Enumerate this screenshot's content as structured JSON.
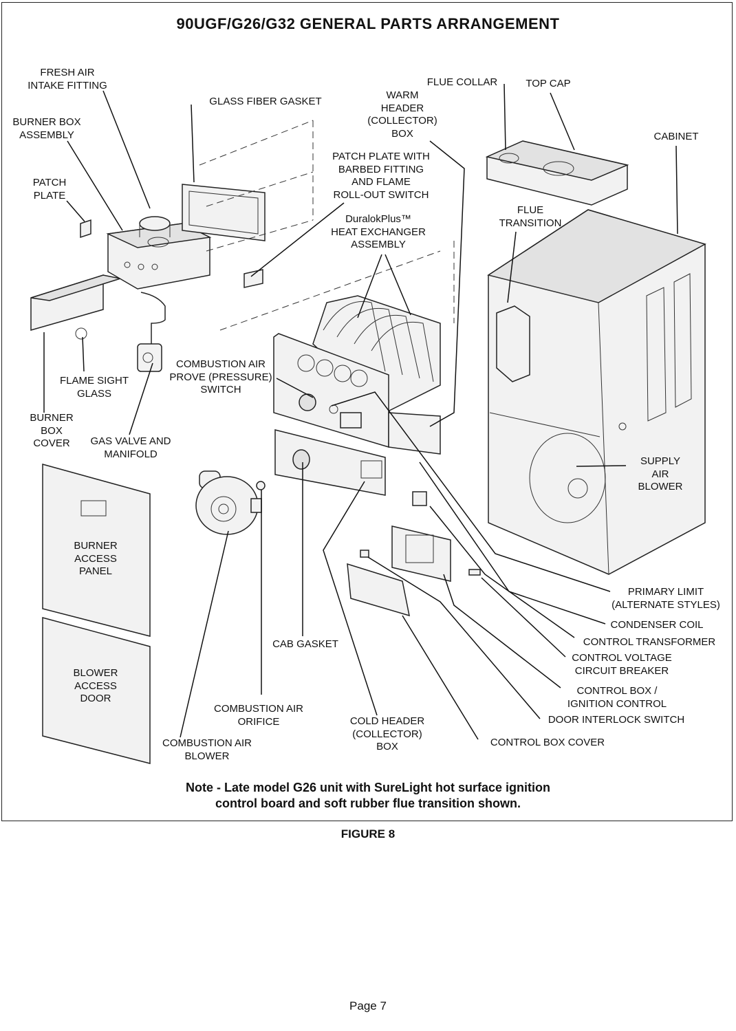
{
  "title": "90UGF/G26/G32 GENERAL PARTS ARRANGEMENT",
  "labels": {
    "fresh_air_intake": [
      "FRESH AIR",
      "INTAKE FITTING"
    ],
    "burner_box_assembly": [
      "BURNER BOX",
      "ASSEMBLY"
    ],
    "patch_plate": [
      "PATCH",
      "PLATE"
    ],
    "glass_fiber_gasket": [
      "GLASS FIBER GASKET"
    ],
    "warm_header": [
      "WARM",
      "HEADER",
      "(COLLECTOR)",
      "BOX"
    ],
    "flue_collar": [
      "FLUE COLLAR"
    ],
    "top_cap": [
      "TOP CAP"
    ],
    "cabinet": [
      "CABINET"
    ],
    "patch_plate_barbed": [
      "PATCH PLATE WITH",
      "BARBED FITTING",
      "AND FLAME",
      "ROLL-OUT SWITCH"
    ],
    "flue_transition": [
      "FLUE",
      "TRANSITION"
    ],
    "heat_exchanger": [
      "DuralokPlus™",
      "HEAT EXCHANGER",
      "ASSEMBLY"
    ],
    "flame_sight_glass": [
      "FLAME SIGHT",
      "GLASS"
    ],
    "combustion_air_prove": [
      "COMBUSTION AIR",
      "PROVE (PRESSURE)",
      "SWITCH"
    ],
    "burner_box_cover": [
      "BURNER",
      "BOX",
      "COVER"
    ],
    "gas_valve": [
      "GAS VALVE AND",
      "MANIFOLD"
    ],
    "supply_air_blower": [
      "SUPPLY",
      "AIR",
      "BLOWER"
    ],
    "burner_access_panel": [
      "BURNER",
      "ACCESS",
      "PANEL"
    ],
    "primary_limit": [
      "PRIMARY LIMIT",
      "(ALTERNATE STYLES)"
    ],
    "condenser_coil": [
      "CONDENSER COIL"
    ],
    "cab_gasket": [
      "CAB GASKET"
    ],
    "control_transformer": [
      "CONTROL TRANSFORMER"
    ],
    "blower_access_door": [
      "BLOWER",
      "ACCESS",
      "DOOR"
    ],
    "control_voltage_breaker": [
      "CONTROL VOLTAGE",
      "CIRCUIT BREAKER"
    ],
    "control_box_ignition": [
      "CONTROL BOX /",
      "IGNITION CONTROL"
    ],
    "combustion_air_orifice": [
      "COMBUSTION AIR",
      "ORIFICE"
    ],
    "door_interlock_switch": [
      "DOOR INTERLOCK SWITCH"
    ],
    "cold_header": [
      "COLD HEADER",
      "(COLLECTOR)",
      "BOX"
    ],
    "combustion_air_blower": [
      "COMBUSTION AIR",
      "BLOWER"
    ],
    "control_box_cover": [
      "CONTROL BOX COVER"
    ]
  },
  "note": [
    "Note - Late model G26 unit with SureLight hot surface ignition",
    "control board and soft rubber flue transition shown."
  ],
  "figure": "FIGURE 8",
  "page": "Page 7"
}
